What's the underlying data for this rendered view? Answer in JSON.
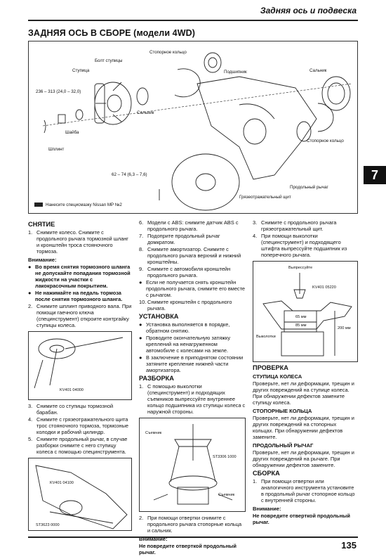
{
  "header": {
    "section_title": "Задняя ось и подвеска"
  },
  "page_title": "ЗАДНЯЯ ОСЬ В СБОРЕ (модели 4WD)",
  "tab_number": "7",
  "page_number": "135",
  "diagram": {
    "labels": {
      "hub_bolt": "Болт ступицы",
      "hub": "Ступица",
      "torque1": "236 – 313 (24,0 – 32,0)",
      "seal": "Сальник",
      "washer": "Шайба",
      "cotter": "Шплинт",
      "snap_ring": "Стопорное кольцо",
      "bearing": "Подшипник",
      "seal2": "Сальник",
      "snap_ring2": "Стопорное кольцо",
      "torque2": "62 – 74 (6,3 – 7,6)",
      "dust_shield": "Грязеотражательный щит",
      "trailing_arm": "Продольный рычаг",
      "legend": "Нанесите специсмазку Nissan MP №2"
    }
  },
  "col1": {
    "removal_title": "СНЯТИЕ",
    "step1": "Снимите колесо. Снимите с продольного рычага тормозной шланг и кронштейн троса стояночного тормоза.",
    "attention_title": "Внимание:",
    "att1": "Во время снятия тормозного шланга не допускайте попадания тормозной жидкости на участки с лакокрасочным покрытием.",
    "att2": "Не нажимайте на педаль тормоза после снятия тормозного шланга.",
    "step2": "Снимите шплинт приводного вала. При помощи гаечного ключа (специнструмент) откроите контргайку ступицы колеса.",
    "fig1_label": "KV401 04000",
    "step3": "Снимите со ступицы тормозной барабан.",
    "step4": "Снимите с грязеотражательного щита трос стояночного тормоза, тормозные колодки и рабочий цилиндр.",
    "step5": "Снимите продольный рычаг, в случае разборки снимите с него ступицу колеса с помощью специнструмента.",
    "fig2_label1": "KV401 04100",
    "fig2_label2": "ST3623 0000"
  },
  "col2": {
    "step6": "Модели с ABS: снимите датчик ABS с продольного рычага.",
    "step7": "Подоприте продольный рычаг домкратом.",
    "step8": "Снимите амортизатор. Снимите с продольного рычага верхний и нижний кронштейны.",
    "step9": "Снимите с автомобиля кронштейн продольного рычага.",
    "bullet_a": "Если не получается снять кронштейн продольного рычага, снимите его вместе с рычагом.",
    "step10": "Снимите кронштейн с продольного рычага.",
    "install_title": "УСТАНОВКА",
    "ins1": "Установка выполняется в порядке, обратном снятию.",
    "ins2": "Проводите окончательную затяжку креплений на ненагруженном автомобиле с колесами на земле.",
    "ins3": "В заключение в приподнятом состоянии затяните крепление нижней части амортизатора.",
    "disasm_title": "РАЗБОРКА",
    "dis1": "С помощью выколотки (специнструмент) и подходящих съемников выпрессуйте внутреннее кольцо подшипника из ступицы колеса с наружной стороны.",
    "fig3_label1": "Съемник",
    "fig3_label2": "ST3306 1000",
    "fig3_label3": "Съемник",
    "dis2": "При помощи отвертки снимите с продольного рычага стопорные кольца и сальник.",
    "attention_title": "Внимание:",
    "att": "Не повредите отверткой продольный рычаг."
  },
  "col3": {
    "step3": "Снимите с продольного рычага грязеотражательный щит.",
    "step4": "При помощи выколотки (специнструмент) и подходящего штифта выпрессуйте подшипник из поперечного рычага.",
    "fig_label_top": "Выпрессуйте",
    "fig_label_kv": "KV401 05220",
    "fig_label_65": "65 мм",
    "fig_label_85": "85 мм",
    "fig_label_200": "200 мм",
    "fig_label_drift": "Выколотки",
    "check_title": "ПРОВЕРКА",
    "hub_title": "СТУПИЦА КОЛЕСА",
    "hub_text": "Проверьте, нет ли деформации, трещин и других повреждений на ступице колеса. При обнаружении дефектов замените ступицу колеса.",
    "rings_title": "СТОПОРНЫЕ КОЛЬЦА",
    "rings_text": "Проверьте, нет ли деформации, трещин и других повреждений на стопорных кольцах. При обнаружении дефектов замените.",
    "arm_title": "ПРОДОЛЬНЫЙ РЫЧАГ",
    "arm_text": "Проверьте, нет ли деформации, трещин и других повреждений на рычаге. При обнаружении дефектов замените.",
    "asm_title": "СБОРКА",
    "asm1": "При помощи отвертки или аналогичного инструмента установите в продольный рычаг стопорное кольцо с внутренней стороны.",
    "attention_title": "Внимание:",
    "att": "Не повредите отверткой продольный рычаг."
  }
}
